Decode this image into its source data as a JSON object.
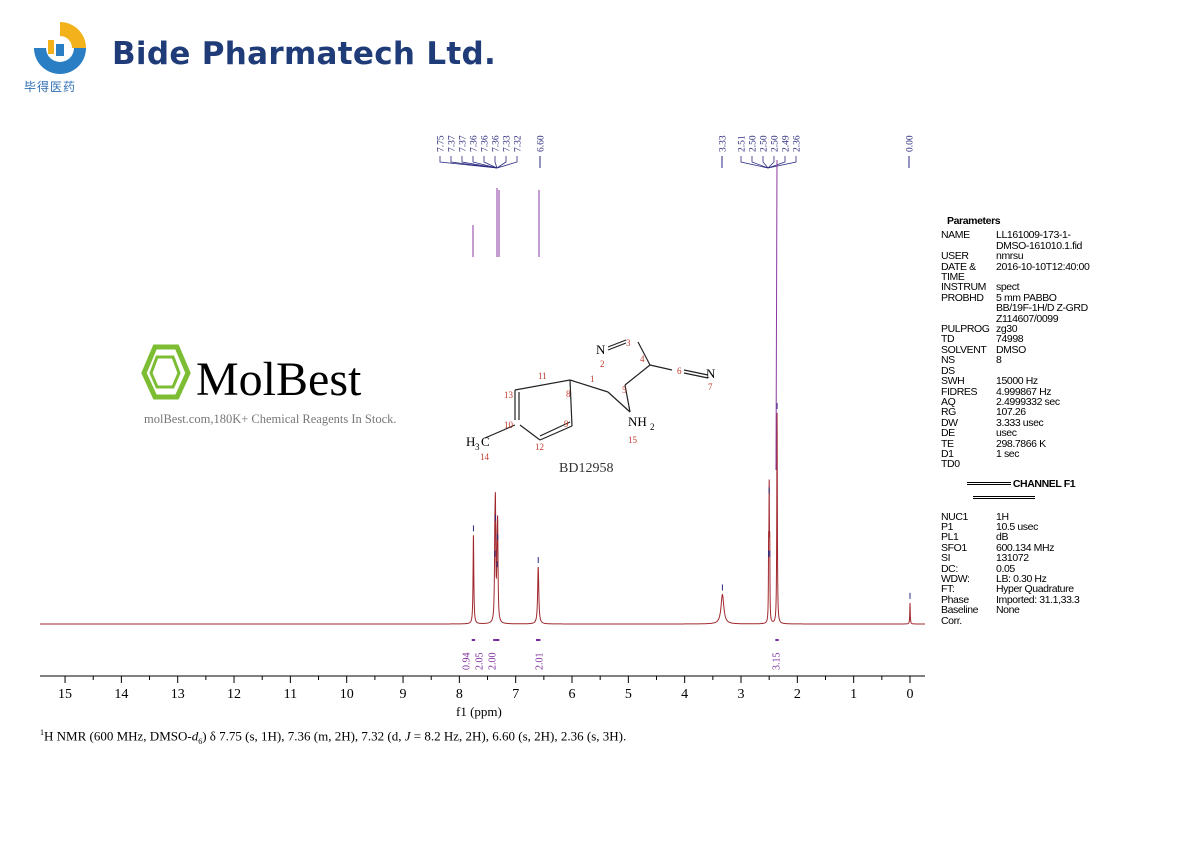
{
  "header": {
    "company": "Bide Pharmatech Ltd.",
    "logo_cn": "毕得医药"
  },
  "molecule": {
    "id": "BD12958",
    "watermark": "MolBest",
    "watermark_sub": "molBest.com,180K+ Chemical Reagents In Stock.",
    "atoms": {
      "N2": "N",
      "N3": "3",
      "n1": "1",
      "n2": "2",
      "n4": "4",
      "n5": "5",
      "n6": "6",
      "n7": "N",
      "n7l": "7",
      "n8": "8",
      "n9": "9",
      "n10": "10",
      "n11": "11",
      "n12": "12",
      "n13": "13",
      "n14": "14",
      "n15": "15",
      "ch3": "H",
      "ch3sub": "3",
      "ch3c": "C",
      "nh2": "NH",
      "nh2sub": "2"
    }
  },
  "parameters": {
    "title": "Parameters",
    "rows": [
      {
        "k": "NAME",
        "v": "LL161009-173-1-"
      },
      {
        "k": "",
        "v": "DMSO-161010.1.fid"
      },
      {
        "k": "USER",
        "v": "nmrsu"
      },
      {
        "k": "DATE &",
        "v": "2016-10-10T12:40:00"
      },
      {
        "k": "TIME",
        "v": ""
      },
      {
        "k": "INSTRUM",
        "v": "spect"
      },
      {
        "k": "PROBHD",
        "v": "5 mm PABBO"
      },
      {
        "k": "",
        "v": "BB/19F-1H/D Z-GRD"
      },
      {
        "k": "",
        "v": "Z114607/0099"
      },
      {
        "k": "PULPROG",
        "v": "zg30"
      },
      {
        "k": "TD",
        "v": "74998"
      },
      {
        "k": "SOLVENT",
        "v": "DMSO"
      },
      {
        "k": "NS",
        "v": "8"
      },
      {
        "k": "DS",
        "v": ""
      },
      {
        "k": "SWH",
        "v": "15000 Hz"
      },
      {
        "k": "FIDRES",
        "v": "4.999867 Hz"
      },
      {
        "k": "AQ",
        "v": "2.4999332 sec"
      },
      {
        "k": "RG",
        "v": "107.26"
      },
      {
        "k": "DW",
        "v": "3.333 usec"
      },
      {
        "k": "DE",
        "v": "usec"
      },
      {
        "k": "TE",
        "v": "298.7866 K"
      },
      {
        "k": "D1",
        "v": "1 sec"
      },
      {
        "k": "TD0",
        "v": ""
      }
    ],
    "channel_title": "CHANNEL F1",
    "channel_rows": [
      {
        "k": "NUC1",
        "v": "1H"
      },
      {
        "k": "P1",
        "v": "10.5 usec"
      },
      {
        "k": "PL1",
        "v": "dB"
      },
      {
        "k": "SFO1",
        "v": "600.134 MHz"
      },
      {
        "k": "SI",
        "v": "131072"
      },
      {
        "k": "DC:",
        "v": "0.05"
      },
      {
        "k": "WDW:",
        "v": "LB: 0.30 Hz"
      },
      {
        "k": "FT:",
        "v": "Hyper Quadrature"
      },
      {
        "k": "Phase",
        "v": "Imported: 31.1,33.3"
      },
      {
        "k": "Baseline",
        "v": "None"
      },
      {
        "k": "Corr.",
        "v": ""
      }
    ]
  },
  "caption": {
    "sup": "1",
    "pre": "H NMR (600 MHz, DMSO-",
    "d": "d",
    "dsub": "6",
    "mid": ") δ 7.75 (s, 1H), 7.36 (m, 2H), 7.32 (d, ",
    "J": "J",
    "post": " = 8.2 Hz, 2H), 6.60 (s, 2H), 2.36 (s, 3H)."
  },
  "chart_data": {
    "type": "line",
    "title": "",
    "xlabel": "f1 (ppm)",
    "ylabel": "",
    "xlim": [
      15.5,
      -0.3
    ],
    "x_reversed": true,
    "xticks": [
      "15",
      "14",
      "13",
      "12",
      "11",
      "10",
      "9",
      "8",
      "7",
      "6",
      "5",
      "4",
      "3",
      "2",
      "1",
      "0"
    ],
    "grid": false,
    "colors": {
      "spectrum": "#a0282d",
      "peak_labels": "#2a2a80",
      "integrals": "#7b2a9b"
    },
    "peaks": [
      {
        "ppm": 7.75,
        "intensity": 0.42,
        "width": 0.008
      },
      {
        "ppm": 7.37,
        "intensity": 0.3,
        "width": 0.008
      },
      {
        "ppm": 7.36,
        "intensity": 0.47,
        "width": 0.008
      },
      {
        "ppm": 7.33,
        "intensity": 0.25,
        "width": 0.008
      },
      {
        "ppm": 7.32,
        "intensity": 0.38,
        "width": 0.008
      },
      {
        "ppm": 6.6,
        "intensity": 0.27,
        "width": 0.012
      },
      {
        "ppm": 3.33,
        "intensity": 0.14,
        "width": 0.03
      },
      {
        "ppm": 2.51,
        "intensity": 0.3,
        "width": 0.004
      },
      {
        "ppm": 2.5,
        "intensity": 0.6,
        "width": 0.005
      },
      {
        "ppm": 2.49,
        "intensity": 0.3,
        "width": 0.004
      },
      {
        "ppm": 2.36,
        "intensity": 1.0,
        "width": 0.006
      },
      {
        "ppm": 0.0,
        "intensity": 0.1,
        "width": 0.005
      }
    ],
    "peak_labels": [
      {
        "group": 1,
        "labels": [
          "7.75",
          "7.37",
          "7.37",
          "7.36",
          "7.36",
          "7.36",
          "7.33",
          "7.32"
        ],
        "ppm": [
          7.75,
          7.37,
          7.37,
          7.36,
          7.36,
          7.36,
          7.33,
          7.32
        ]
      },
      {
        "group": 2,
        "labels": [
          "6.60"
        ],
        "ppm": [
          6.6
        ]
      },
      {
        "group": 3,
        "labels": [
          "3.33"
        ],
        "ppm": [
          3.33
        ]
      },
      {
        "group": 4,
        "labels": [
          "2.51",
          "2.50",
          "2.50",
          "2.50",
          "2.49",
          "2.36"
        ],
        "ppm": [
          2.51,
          2.5,
          2.5,
          2.5,
          2.49,
          2.36
        ]
      },
      {
        "group": 5,
        "labels": [
          "0.00"
        ],
        "ppm": [
          0.0
        ]
      }
    ],
    "integrals": [
      {
        "from": 7.78,
        "to": 7.72,
        "value": "0.94"
      },
      {
        "from": 7.4,
        "to": 7.35,
        "value": "2.05"
      },
      {
        "from": 7.35,
        "to": 7.29,
        "value": "2.00"
      },
      {
        "from": 6.64,
        "to": 6.56,
        "value": "2.01"
      },
      {
        "from": 2.39,
        "to": 2.33,
        "value": "3.15"
      }
    ]
  }
}
